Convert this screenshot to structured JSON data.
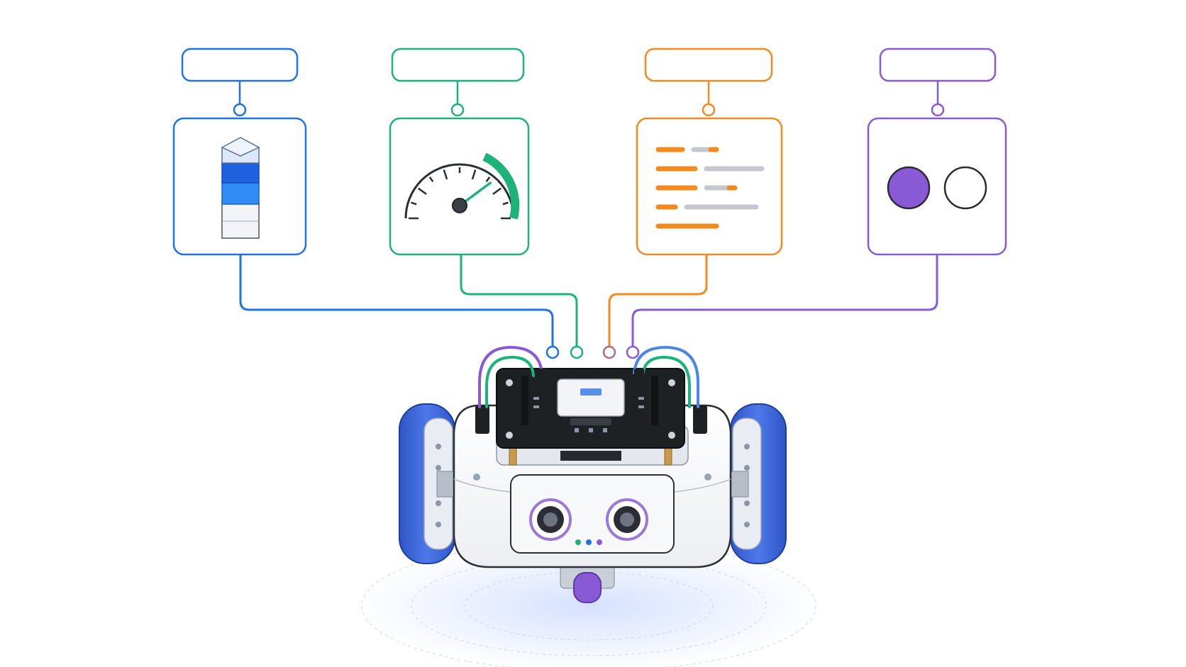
{
  "colors": {
    "blue": "#1f73e8",
    "green": "#1db27a",
    "orange": "#f28a1f",
    "purple": "#8a5ad6",
    "pcb": "#1e2124",
    "wheel": "#3f67d8",
    "caster": "#8a5ad6"
  },
  "panels": [
    {
      "id": "blue",
      "label": "",
      "icon": "stacked-cubes-icon",
      "color": "#1f73e8"
    },
    {
      "id": "green",
      "label": "",
      "icon": "speedometer-gauge-icon",
      "color": "#1db27a"
    },
    {
      "id": "orange",
      "label": "",
      "icon": "text-lines-log-icon",
      "color": "#f28a1f"
    },
    {
      "id": "purple",
      "label": "",
      "icon": "toggle-circles-icon",
      "color": "#8a5ad6"
    }
  ],
  "robot": {
    "icon": "robot-car-icon",
    "status_leds": [
      "#1db27a",
      "#1f73e8",
      "#8a5ad6"
    ]
  },
  "gauge": {
    "level": 0.78
  },
  "toggles": {
    "left_on": true,
    "right_on": false
  }
}
